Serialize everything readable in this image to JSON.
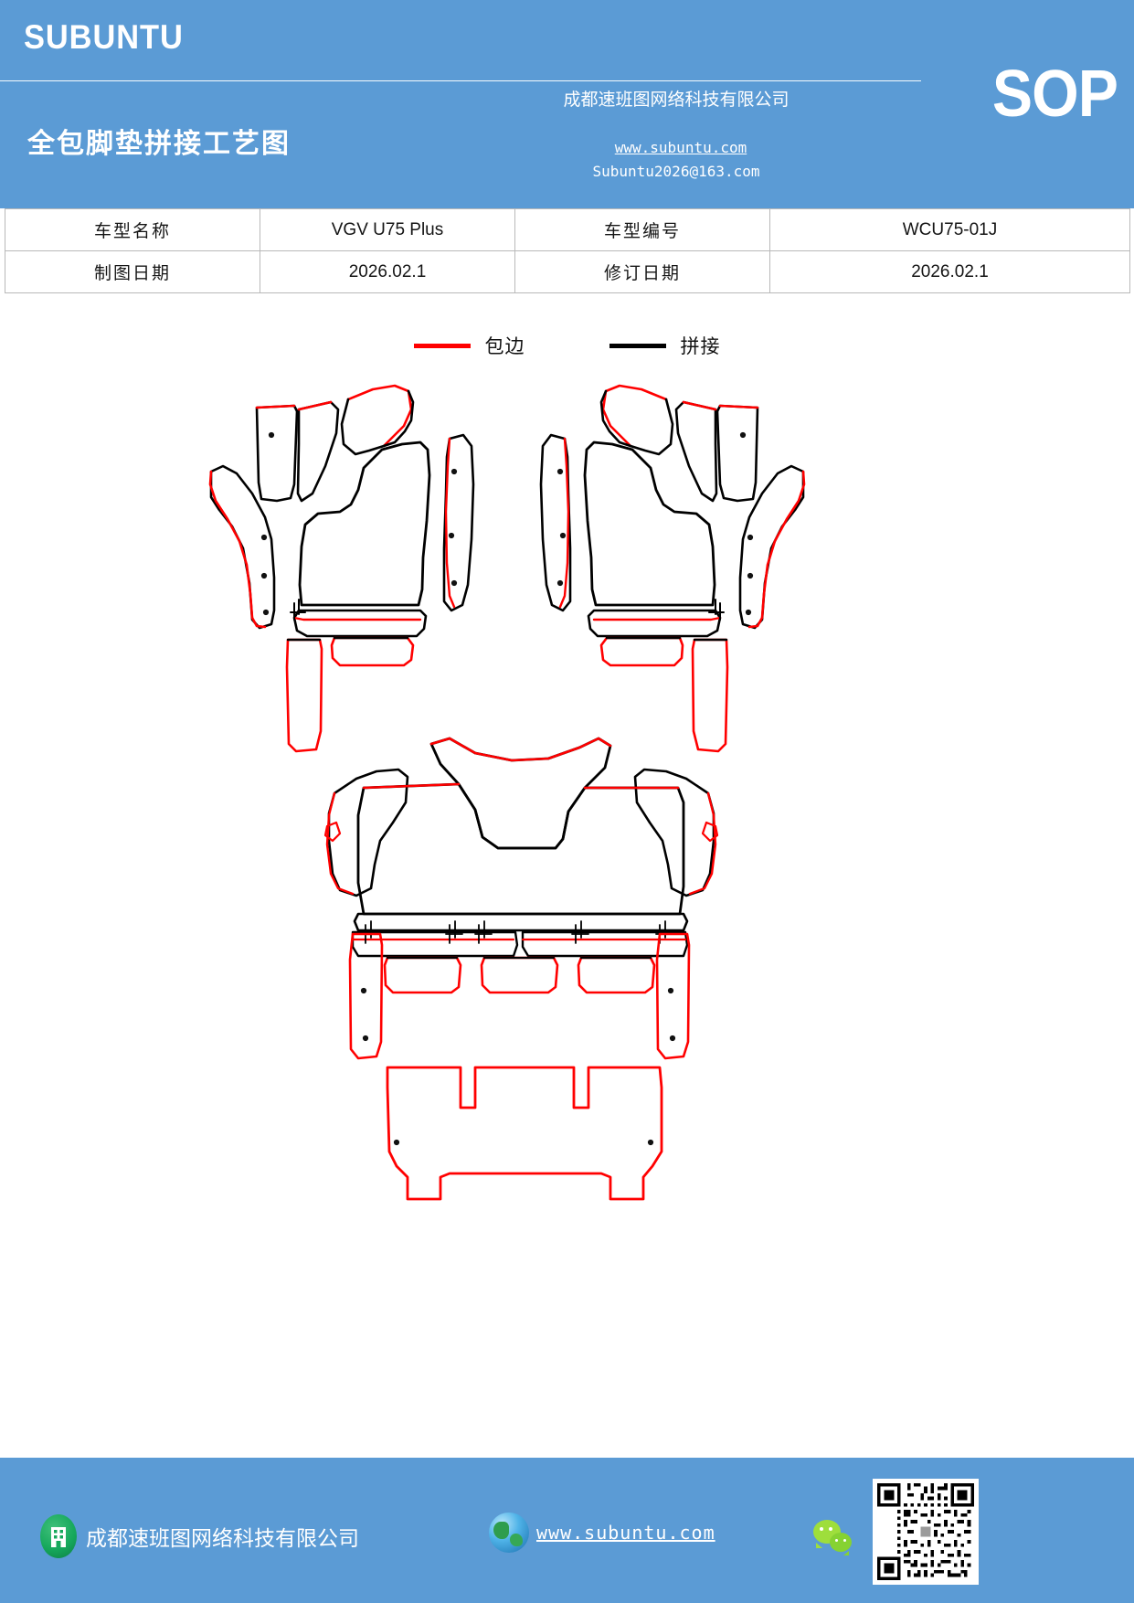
{
  "header": {
    "brand": "SUBUNTU",
    "doc_title": "全包脚垫拼接工艺图",
    "company_cn": "成都速班图网络科技有限公司",
    "website": "www.subuntu.com",
    "email": "Subuntu2026@163.com",
    "sop_badge": "SOP",
    "bg_color": "#5b9bd5"
  },
  "info_table": {
    "rows": [
      {
        "label_1": "车型名称",
        "value_1": "VGV    U75 Plus",
        "label_2": "车型编号",
        "value_2": "WCU75-01J"
      },
      {
        "label_1": "制图日期",
        "value_1": "2026.02.1",
        "label_2": "修订日期",
        "value_2": "2026.02.1"
      }
    ]
  },
  "legend": {
    "items": [
      {
        "label": "包边",
        "color": "#ff0000",
        "icon": "red-line-swatch"
      },
      {
        "label": "拼接",
        "color": "#000000",
        "icon": "black-line-swatch"
      }
    ]
  },
  "drawing": {
    "description": "全包脚垫拼接工艺图 — 汽车脚垫裁片轮廓图",
    "line_colors": {
      "binding": "#ff0000",
      "seam": "#000000"
    },
    "panels": [
      {
        "name": "front-left-footwell-assembly",
        "position": "upper-left"
      },
      {
        "name": "front-right-footwell-assembly",
        "position": "upper-right"
      },
      {
        "name": "second-row-assembly",
        "position": "middle-center"
      },
      {
        "name": "trunk-mat",
        "position": "bottom-center"
      }
    ]
  },
  "footer": {
    "company_cn": "成都速班图网络科技有限公司",
    "website": "www.subuntu.com",
    "icons": [
      "building-icon",
      "globe-icon",
      "wechat-icon",
      "qr-code"
    ],
    "bg_color": "#5b9bd5"
  }
}
